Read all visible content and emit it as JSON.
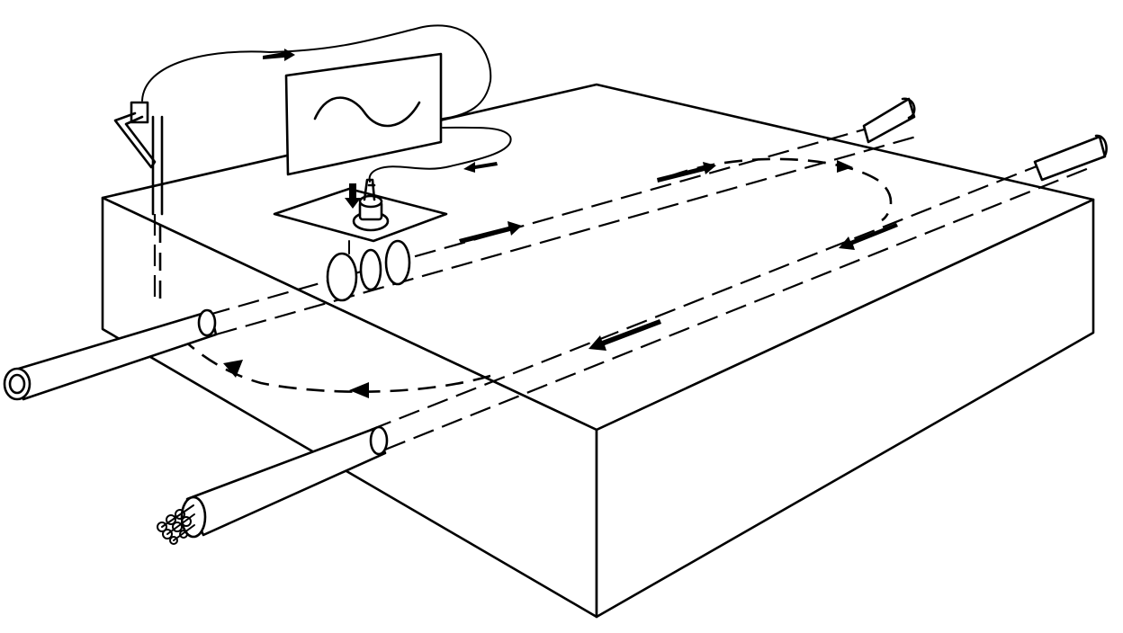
{
  "figure": {
    "icons": [
      "signal-generator-display",
      "sine-wave",
      "detector-coil",
      "probe-clip",
      "transmitter-coupler",
      "buried-pipe",
      "buried-cable",
      "ground-block",
      "current-return-path",
      "current-direction-arrow"
    ],
    "stroke_color": "#000000",
    "background_color": "#ffffff"
  }
}
